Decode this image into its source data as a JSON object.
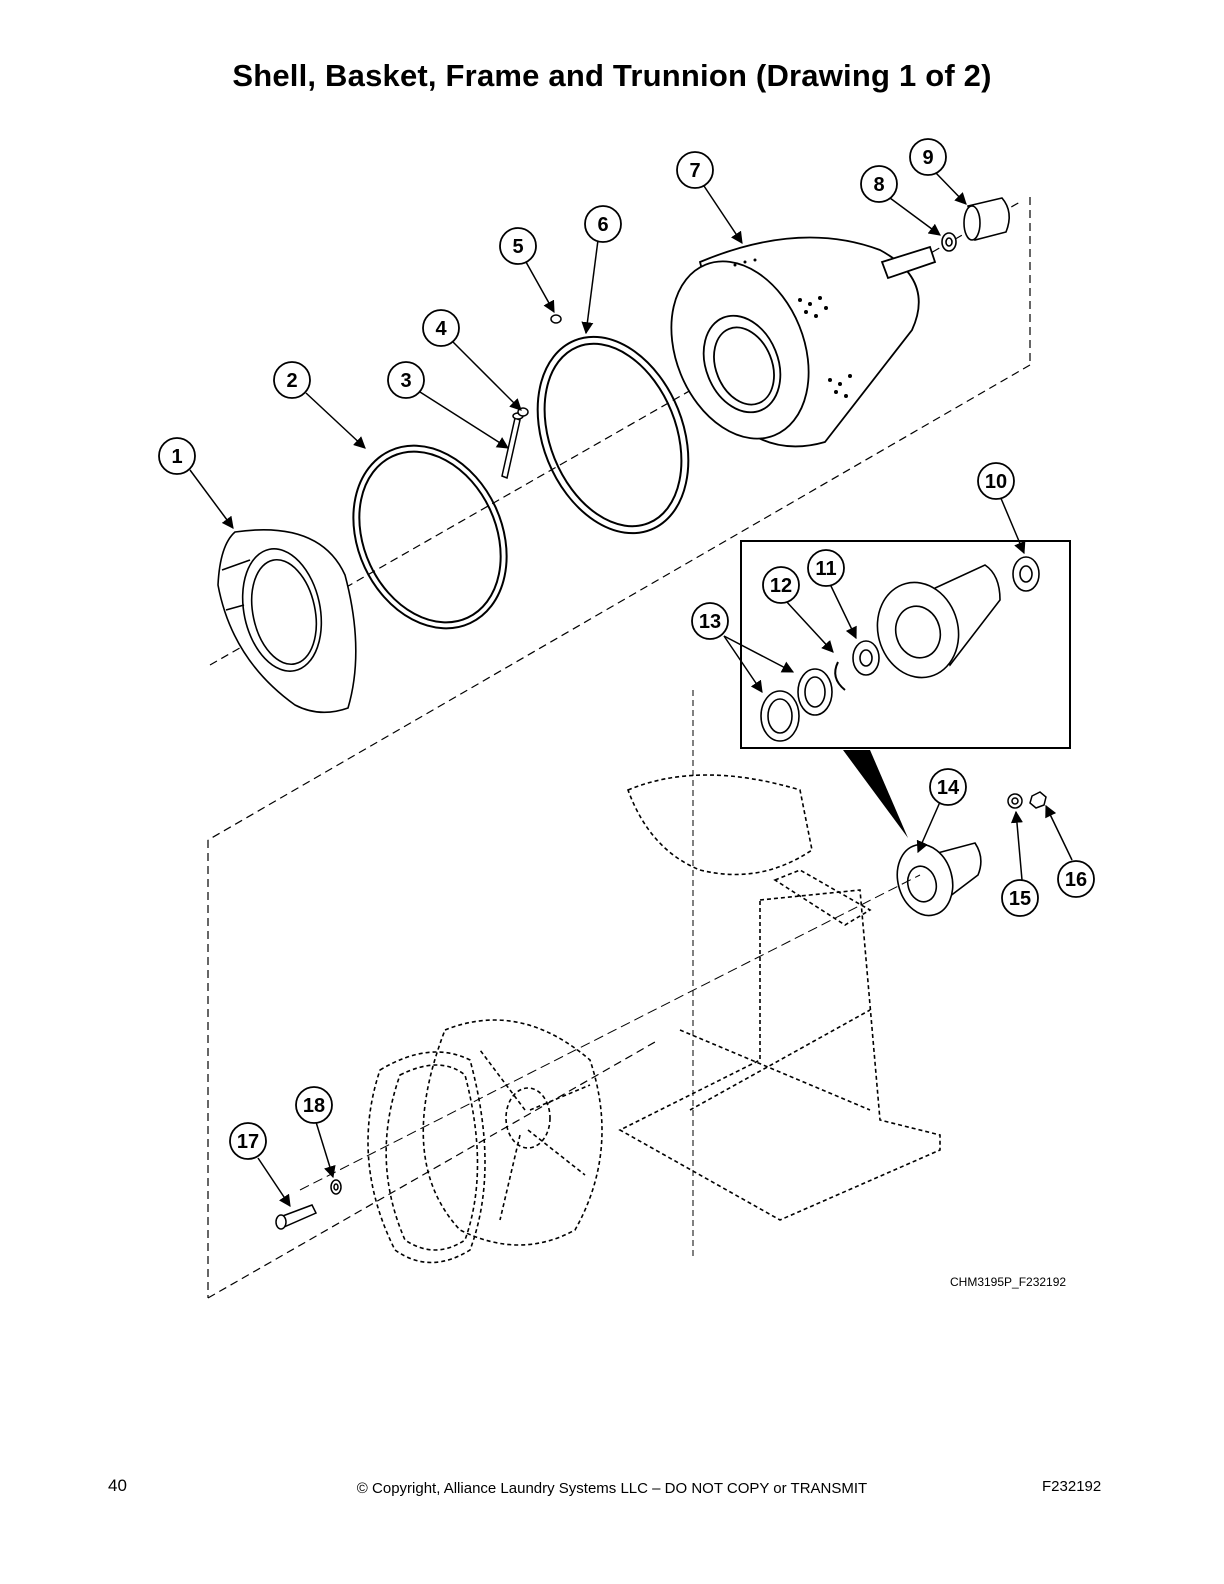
{
  "page": {
    "title": "Shell, Basket, Frame and Trunnion (Drawing 1 of 2)",
    "drawing_code": "CHM3195P_F232192",
    "page_number": "40",
    "copyright": "© Copyright, Alliance Laundry Systems LLC – DO NOT COPY or TRANSMIT",
    "doc_code": "F232192"
  },
  "callouts": [
    {
      "num": "1"
    },
    {
      "num": "2"
    },
    {
      "num": "3"
    },
    {
      "num": "4"
    },
    {
      "num": "5"
    },
    {
      "num": "6"
    },
    {
      "num": "7"
    },
    {
      "num": "8"
    },
    {
      "num": "9"
    },
    {
      "num": "10"
    },
    {
      "num": "11"
    },
    {
      "num": "12"
    },
    {
      "num": "13"
    },
    {
      "num": "14"
    },
    {
      "num": "15"
    },
    {
      "num": "16"
    },
    {
      "num": "17"
    },
    {
      "num": "18"
    }
  ]
}
